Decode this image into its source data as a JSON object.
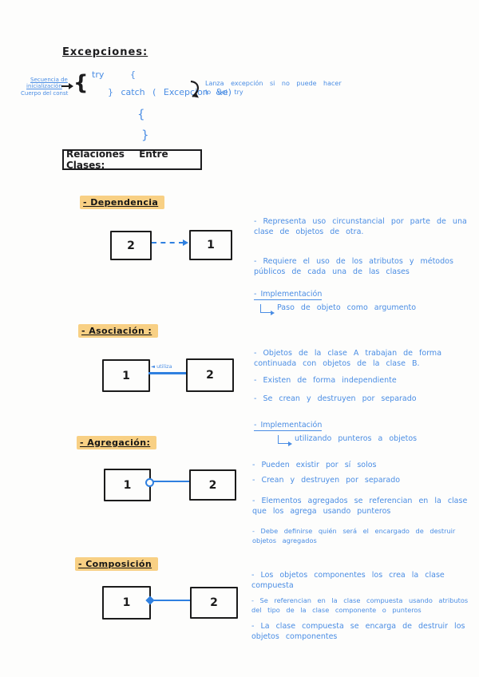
{
  "exceptions": {
    "title": "Excepciones:",
    "side_note": {
      "line1": "Secuencia de",
      "line2": "inicialización",
      "line3": "Cuerpo del const"
    },
    "try_keyword": "try",
    "try_brace": "{",
    "catch_line": "} catch ( Excepcion &e)",
    "inner_open_brace": "{",
    "inner_close_brace": "}",
    "arrow_note": {
      "line1": "Lanza excepción si no puede hacer",
      "line2": "lo del try"
    }
  },
  "heading": {
    "title": "Relaciones Entre Clases:"
  },
  "sections": [
    {
      "id": "dependencia",
      "label": "- Dependencia",
      "diagram": {
        "left_box": "2",
        "right_box": "1"
      },
      "notes": [
        "- Representa uso circunstancial por parte de una clase de objetos de otra.",
        "- Requiere el uso de los atributos y métodos públicos de cada una de las clases"
      ],
      "implementation": {
        "label": "- Implementación",
        "detail": "Paso de objeto como argumento"
      }
    },
    {
      "id": "asociacion",
      "label": "- Asociación :",
      "diagram": {
        "left_box": "1",
        "right_box": "2",
        "line_label": "◄ utiliza"
      },
      "notes": [
        "- Objetos de la clase A trabajan de forma continuada con objetos de la clase B.",
        "- Existen de forma independiente",
        "- Se crean y destruyen por separado"
      ],
      "implementation": {
        "label": "- Implementación",
        "detail": "utilizando punteros a objetos"
      }
    },
    {
      "id": "agregacion",
      "label": "- Agregación:",
      "diagram": {
        "left_box": "1",
        "right_box": "2"
      },
      "notes": [
        "- Pueden existir por sí solos",
        "- Crean y destruyen por separado",
        "- Elementos agregados se referencian en la clase que los agrega usando punteros",
        "- Debe definirse quién será el encargado de destruir objetos agregados"
      ]
    },
    {
      "id": "composicion",
      "label": "- Composición",
      "diagram": {
        "left_box": "1",
        "right_box": "2"
      },
      "notes": [
        "- Los objetos componentes los crea la clase compuesta",
        "- Se referencian en la clase compuesta usando atributos del tipo de la clase componente o punteros",
        "- La clase compuesta se encarga de destruir los objetos componentes"
      ]
    }
  ]
}
